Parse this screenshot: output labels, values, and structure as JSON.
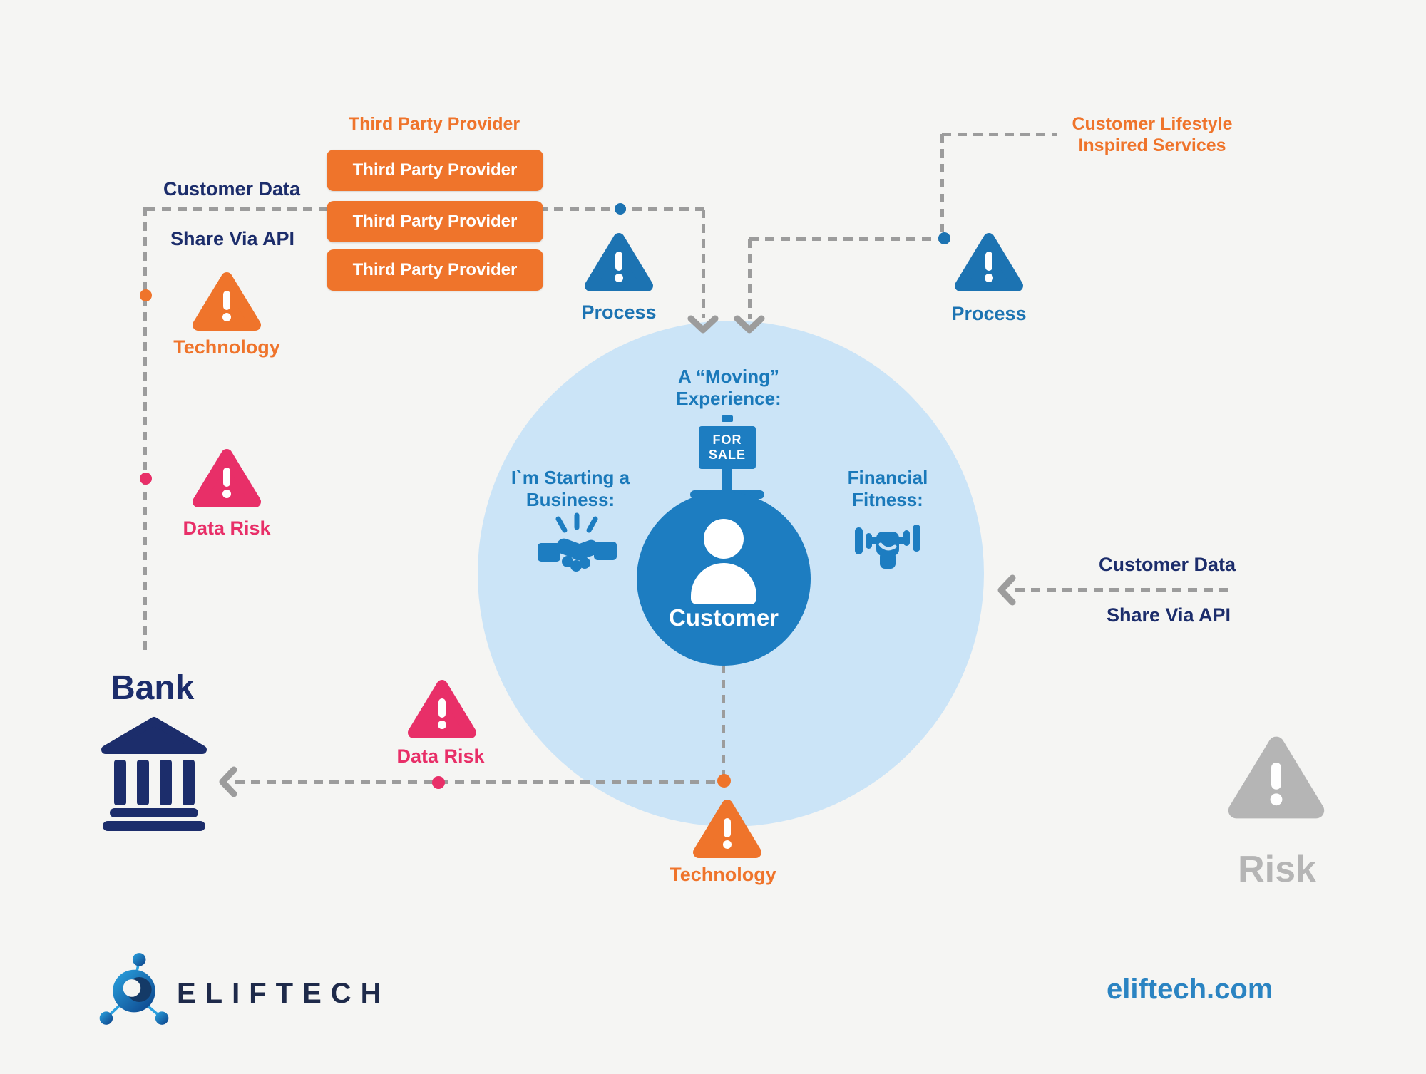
{
  "colors": {
    "background": "#f5f5f3",
    "orange": "#ef742b",
    "navy": "#1c2d6b",
    "process_blue": "#1c73b2",
    "pink": "#e82f68",
    "light_circle_blue": "#cbe4f7",
    "customer_circle_blue": "#1d7dc1",
    "dash_gray": "#9c9c9c",
    "risk_gray": "#b5b5b5",
    "website_blue": "#2b84c2"
  },
  "third_party": {
    "title": "Third Party Provider",
    "buttons": [
      "Third Party Provider",
      "Third Party Provider",
      "Third Party Provider"
    ]
  },
  "left_flow": {
    "customer_data": "Customer Data",
    "share_via_api": "Share Via API",
    "technology_label": "Technology",
    "data_risk_label": "Data Risk",
    "bank_label": "Bank"
  },
  "top_flow": {
    "process_left_label": "Process"
  },
  "right_flow": {
    "lifestyle_line1": "Customer Lifestyle",
    "lifestyle_line2": "Inspired Services",
    "process_right_label": "Process",
    "customer_data": "Customer Data",
    "share_via_api": "Share Via API"
  },
  "center": {
    "moving_line1": "A “Moving”",
    "moving_line2": "Experience:",
    "for_sale_line1": "FOR",
    "for_sale_line2": "SALE",
    "business_line1": "I`m Starting a",
    "business_line2": "Business:",
    "fitness_line1": "Financial",
    "fitness_line2": "Fitness:",
    "customer_label": "Customer"
  },
  "bottom_flow": {
    "data_risk_label": "Data Risk",
    "technology_label": "Technology"
  },
  "legend": {
    "risk_label": "Risk"
  },
  "footer": {
    "brand": "ELIFTECH",
    "website": "eliftech.com"
  },
  "icons": {
    "warning": "warning-triangle-icon",
    "bank": "bank-building-icon",
    "person": "person-icon",
    "for_sale": "for-sale-sign-icon",
    "handshake": "handshake-icon",
    "dumbbell": "dumbbell-fist-icon",
    "logo": "eliftech-logo-icon"
  }
}
